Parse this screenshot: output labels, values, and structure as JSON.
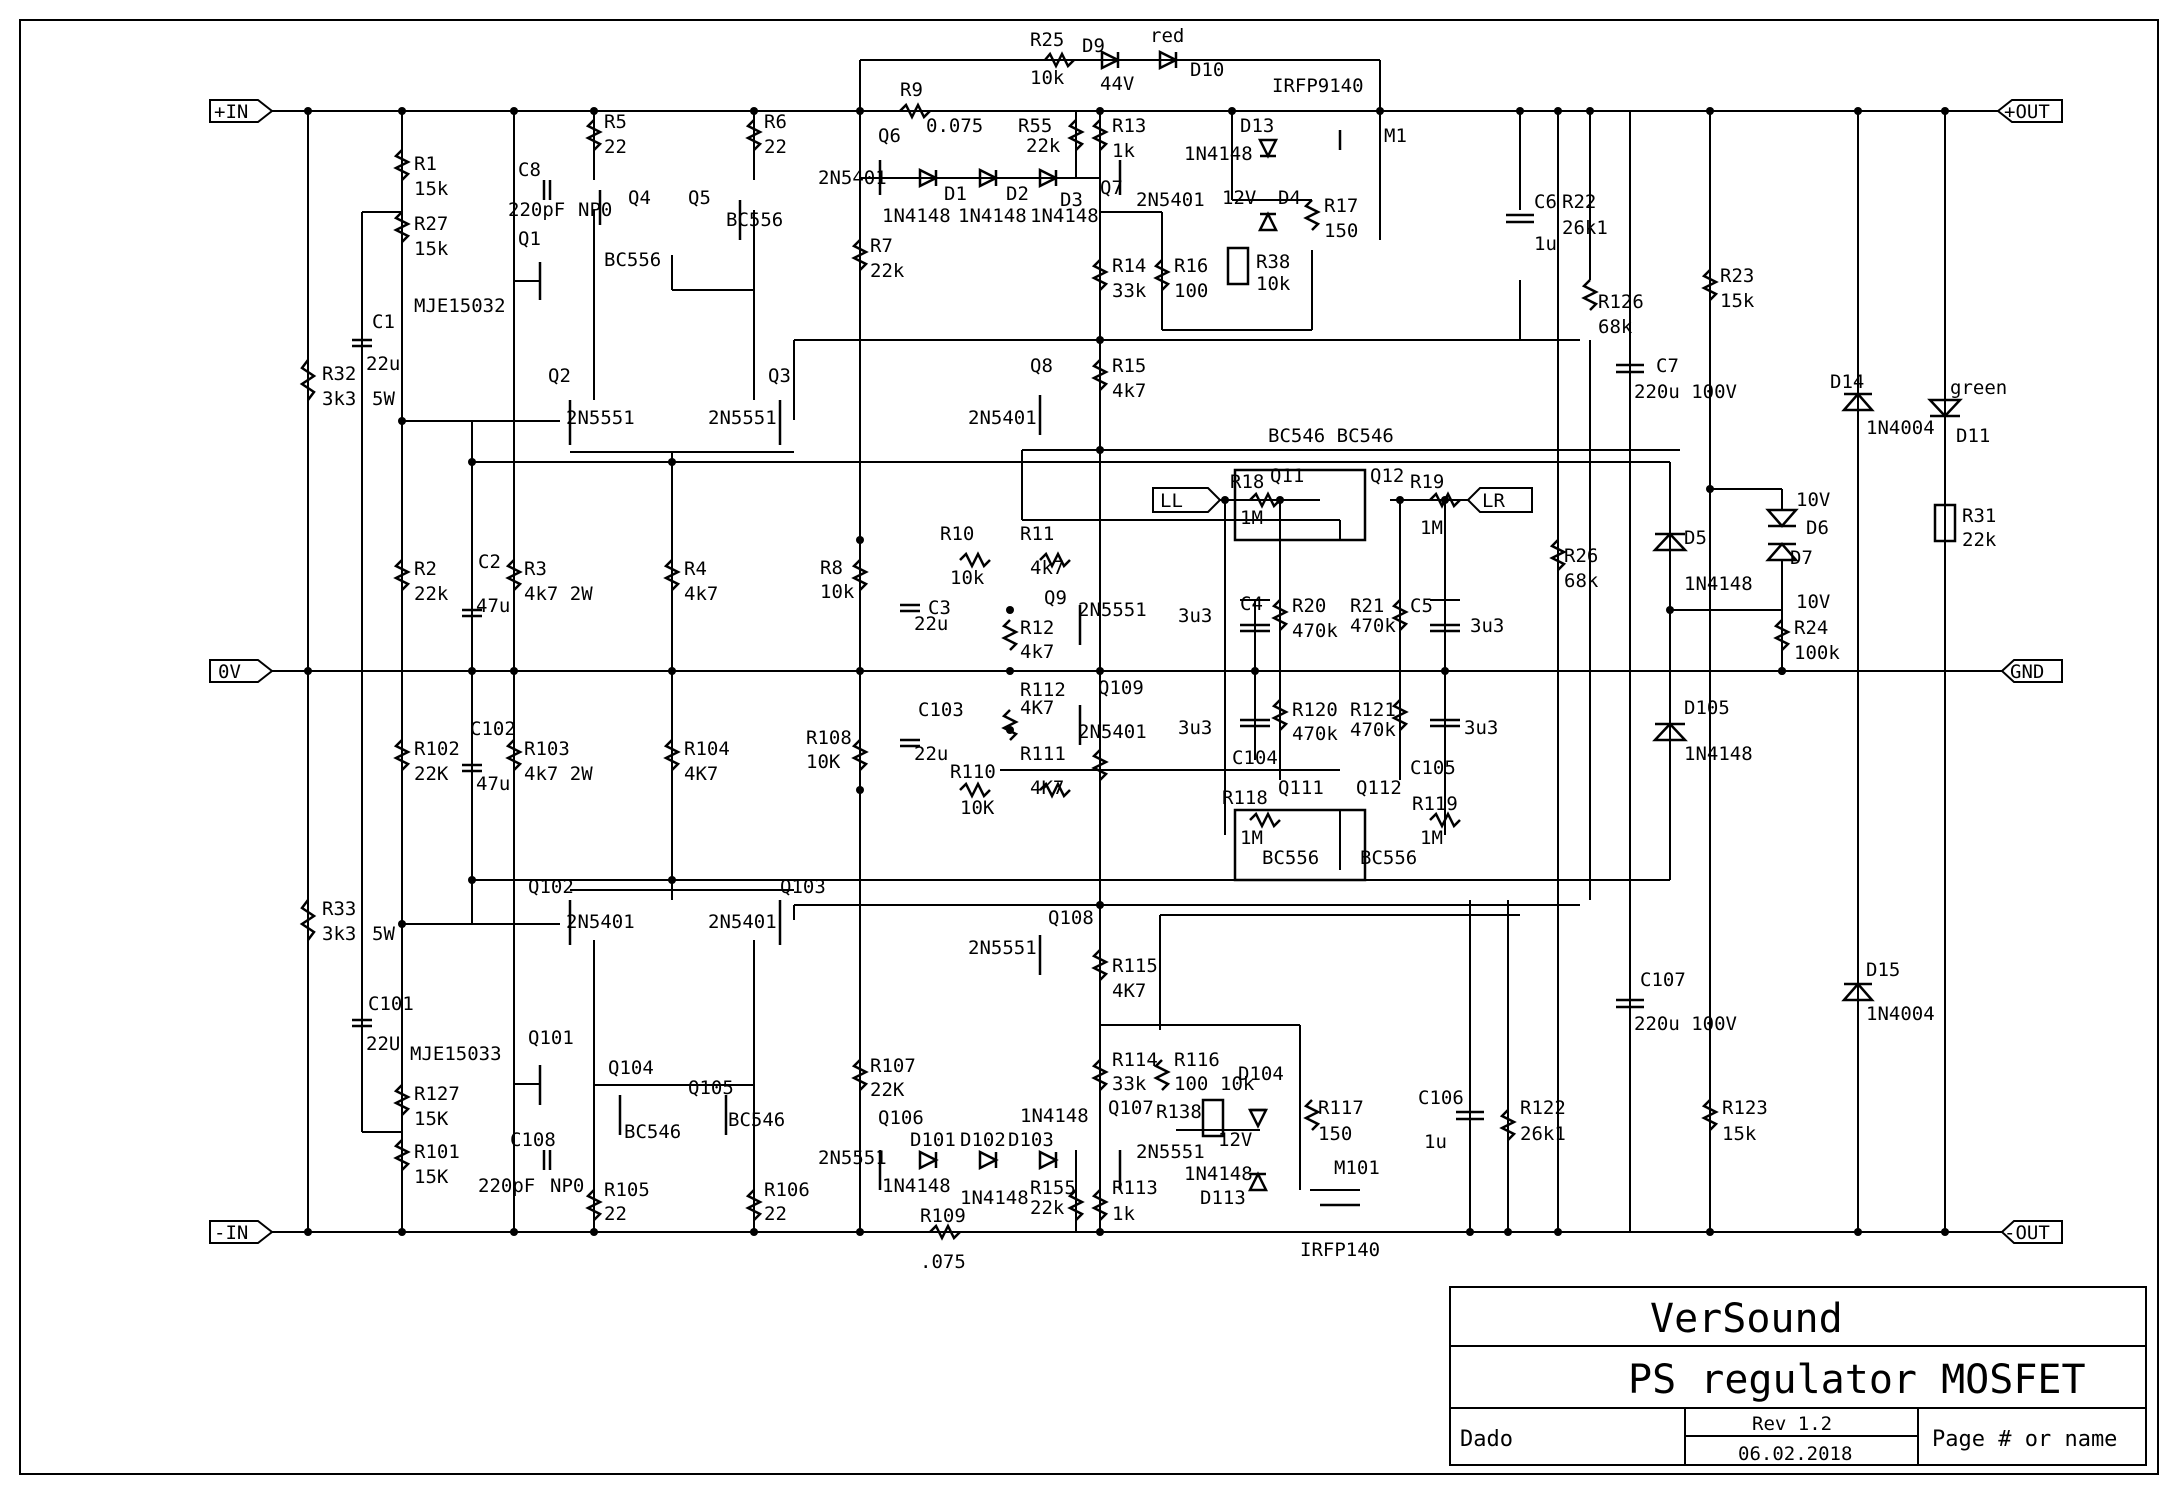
{
  "title_block": {
    "company": "VerSound",
    "title": "PS regulator MOSFET",
    "author": "Dado",
    "revision": "Rev 1.2",
    "date": "06.02.2018",
    "page": "Page # or name"
  },
  "ports": {
    "plus_in": "+IN",
    "zero_v": "0V",
    "minus_in": "-IN",
    "plus_out": "+OUT",
    "gnd": "GND",
    "minus_out": "-OUT",
    "ll": "LL",
    "lr": "LR"
  },
  "labels": {
    "r1": "R1",
    "r1v": "15k",
    "r27": "R27",
    "r27v": "15k",
    "r32": "R32",
    "r32v": "3k3",
    "r32w": "5W",
    "c1": "C1",
    "c1v": "22u",
    "r2": "R2",
    "r2v": "22k",
    "c2": "C2",
    "c2v": "47u",
    "r3": "R3",
    "r3v": "4k7 2W",
    "r4": "R4",
    "r4v": "4k7",
    "r102": "R102",
    "r102v": "22K",
    "c102": "C102",
    "c102v": "47u",
    "r103": "R103",
    "r103v": "4k7 2W",
    "r104": "R104",
    "r104v": "4K7",
    "r33": "R33",
    "r33v": "3k3",
    "r33w": "5W",
    "c101": "C101",
    "c101v": "22U",
    "r127": "R127",
    "r127v": "15K",
    "r101": "R101",
    "r101v": "15K",
    "c8": "C8",
    "c8v": "220pF",
    "c8n": "NP0",
    "q1": "Q1",
    "q1t": "MJE15032",
    "r5": "R5",
    "r5v": "22",
    "q4": "Q4",
    "q4t": "BC556",
    "r6": "R6",
    "r6v": "22",
    "q5": "Q5",
    "q5t": "BC556",
    "q2": "Q2",
    "q2t": "2N5551",
    "q3": "Q3",
    "q3t": "2N5551",
    "q102": "Q102",
    "q102t": "2N5401",
    "q103": "Q103",
    "q103t": "2N5401",
    "q101": "Q101",
    "q101t": "MJE15033",
    "c108": "C108",
    "c108v": "220pF",
    "c108n": "NP0",
    "q104": "Q104",
    "q104t": "BC546",
    "q105": "Q105",
    "q105t": "BC546",
    "r105": "R105",
    "r105v": "22",
    "r106": "R106",
    "r106v": "22",
    "r25": "R25",
    "r25v": "10k",
    "d9": "D9",
    "d9v": "44V",
    "d10": "D10",
    "d10c": "red",
    "r9": "R9",
    "r9v": "0.075",
    "q6": "Q6",
    "q6t": "2N5401",
    "d1": "D1",
    "d2": "D2",
    "d3": "D3",
    "d1t": "1N4148",
    "d2t": "1N4148",
    "d3t": "1N4148",
    "r55": "R55",
    "r55v": "22k",
    "r13": "R13",
    "r13v": "1k",
    "q7": "Q7",
    "q7t": "2N5401",
    "r7": "R7",
    "r7v": "22k",
    "r14": "R14",
    "r14v": "33k",
    "r16": "R16",
    "r16v": "100",
    "m1": "M1",
    "m1t": "IRFP9140",
    "d13": "D13",
    "d13t": "1N4148",
    "d4": "D4",
    "d4v": "12V",
    "r38": "R38",
    "r38v": "10k",
    "r17": "R17",
    "r17v": "150",
    "c6": "C6",
    "c6v": "1u",
    "r22": "R22",
    "r22v": "26k1",
    "r126": "R126",
    "r126v": "68k",
    "q8": "Q8",
    "q8t": "2N5401",
    "r15": "R15",
    "r15v": "4k7",
    "r8": "R8",
    "r8v": "10k",
    "r10": "R10",
    "r10v": "10k",
    "r11": "R11",
    "r11v": "4k7",
    "c3": "C3",
    "c3v": "22u",
    "q9": "Q9",
    "q9t": "2N5551",
    "r12": "R12",
    "r12v": "4k7",
    "q11q12t": "BC546 BC546",
    "q11": "Q11",
    "q12": "Q12",
    "r18": "R18",
    "r18v": "1M",
    "r19": "R19",
    "r19v": "1M",
    "c4": "C4",
    "c4v": "3u3",
    "r20": "R20",
    "r20v": "470k",
    "r21": "R21",
    "r21v": "470k",
    "c5": "C5",
    "c5v": "3u3",
    "r26": "R26",
    "r26v": "68k",
    "c7": "C7",
    "c7v": "220u 100V",
    "r23": "R23",
    "r23v": "15k",
    "d14": "D14",
    "d14t": "1N4004",
    "d11": "D11",
    "d11c": "green",
    "r31": "R31",
    "r31v": "22k",
    "d5": "D5",
    "d5t": "1N4148",
    "d6": "D6",
    "d6v": "10V",
    "d7": "D7",
    "d7v": "10V",
    "r24": "R24",
    "r24v": "100k",
    "r108": "R108",
    "r108v": "10K",
    "c103": "C103",
    "c103v": "22u",
    "r110": "R110",
    "r110v": "10K",
    "r111": "R111",
    "r111v": "4K7",
    "r112": "R112",
    "r112v": "4K7",
    "q109": "Q109",
    "q109t": "2N5401",
    "r120": "R120",
    "r120v": "470k",
    "r121": "R121",
    "r121v": "470k",
    "c104": "C104",
    "c104v": "3u3",
    "c105": "C105",
    "c105v": "3u3",
    "r118": "R118",
    "r118v": "1M",
    "r119": "R119",
    "r119v": "1M",
    "q111": "Q111",
    "q112": "Q112",
    "q111t": "BC556",
    "q112t": "BC556",
    "d105": "D105",
    "d105t": "1N4148",
    "q108": "Q108",
    "q108t": "2N5551",
    "r115": "R115",
    "r115v": "4K7",
    "r114": "R114",
    "r114v": "33k",
    "r116": "R116",
    "r116v": "100",
    "r107": "R107",
    "r107v": "22K",
    "q106": "Q106",
    "q106t": "2N5551",
    "d101": "D101",
    "d102": "D102",
    "d103": "D103",
    "d101t": "1N4148",
    "d102t": "1N4148",
    "d103t": "1N4148",
    "r155": "R155",
    "r155v": "22k",
    "r113": "R113",
    "r113v": "1k",
    "q107": "Q107",
    "q107t": "2N5551",
    "r138": "R138",
    "r138v": "10k",
    "d104": "D104",
    "d104v": "12V",
    "d113": "D113",
    "d113t": "1N4148",
    "r117": "R117",
    "r117v": "150",
    "m101": "M101",
    "m101t": "IRFP140",
    "r109": "R109",
    "r109v": ".075",
    "c106": "C106",
    "c106v": "1u",
    "r122": "R122",
    "r122v": "26k1",
    "c107": "C107",
    "c107v": "220u 100V",
    "r123": "R123",
    "r123v": "15k",
    "d15": "D15",
    "d15t": "1N4004"
  }
}
